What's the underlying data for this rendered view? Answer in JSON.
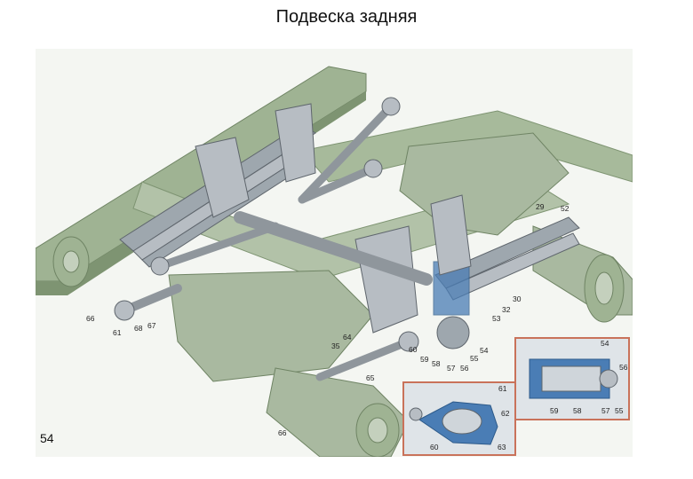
{
  "title": "Подвеска задняя",
  "page_number": "54",
  "callouts": {
    "c29": "29",
    "c52": "52",
    "c30": "30",
    "c32": "32",
    "c53": "53",
    "c54": "54",
    "c55": "55",
    "c56": "56",
    "c57": "57",
    "c58": "58",
    "c59": "59",
    "c60": "60",
    "c61": "61",
    "c64": "64",
    "c65": "65",
    "c66a": "66",
    "c66b": "66",
    "c67": "67",
    "c68": "68",
    "c35": "35"
  },
  "inset_right": {
    "c54": "54",
    "c56": "56",
    "c59": "59",
    "c58": "58",
    "c57": "57",
    "c55": "55"
  },
  "inset_left": {
    "c61": "61",
    "c62": "62",
    "c60": "60",
    "c63": "63"
  },
  "colors": {
    "frame": "#9fb393",
    "frame_dark": "#7e9472",
    "axle": "#a9b9a0",
    "metal": "#b7bdc3",
    "metal_dark": "#7f868d",
    "spring": "#9ea7ae",
    "highlight_blue": "#4a7db5",
    "inset_border": "#c9725a"
  }
}
